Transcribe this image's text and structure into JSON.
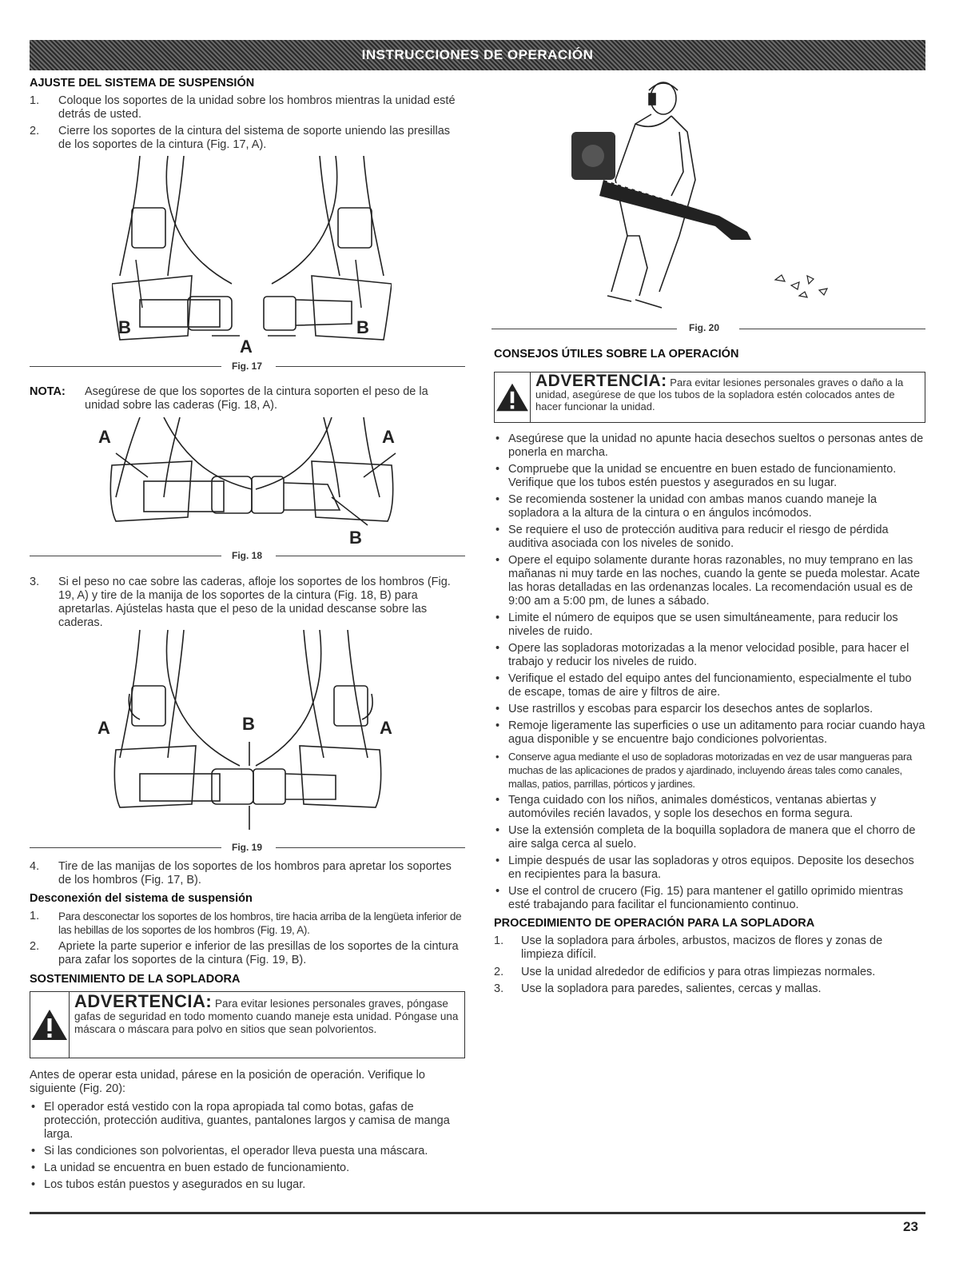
{
  "banner": "INSTRUCCIONES DE OPERACIÓN",
  "left": {
    "heading1": "AJUSTE DEL SISTEMA DE SUSPENSIÓN",
    "steps1": [
      {
        "n": "1.",
        "t": "Coloque los soportes de la unidad sobre los hombros mientras la unidad esté detrás de usted."
      },
      {
        "n": "2.",
        "t": "Cierre los soportes de la cintura del sistema de soporte uniendo las presillas de los soportes de la cintura (Fig. 17, A)."
      }
    ],
    "fig17": {
      "caption": "Fig. 17",
      "labels": {
        "b_left": "B",
        "b_right": "B",
        "a": "A"
      }
    },
    "nota_label": "NOTA:",
    "nota_text": "Asegúrese de que los soportes de la cintura soporten el peso de la unidad sobre las caderas (Fig. 18, A).",
    "fig18": {
      "caption": "Fig. 18",
      "labels": {
        "a_left": "A",
        "a_right": "A",
        "b": "B"
      }
    },
    "step3": {
      "n": "3.",
      "t": "Si el peso no cae sobre las caderas, afloje los soportes de los hombros (Fig. 19, A) y tire de la manija de los soportes de la cintura (Fig. 18, B) para apretarlas. Ajústelas hasta que el peso de la unidad descanse sobre las caderas."
    },
    "fig19": {
      "caption": "Fig. 19",
      "labels": {
        "a_left": "A",
        "b": "B",
        "a_right": "A"
      }
    },
    "step4": {
      "n": "4.",
      "t": "Tire de las manijas de los soportes de los hombros para apretar los soportes de los hombros (Fig. 17, B)."
    },
    "subheading": "Desconexión del sistema de suspensión",
    "steps2": [
      {
        "n": "1.",
        "t": "Para desconectar los soportes de los hombros, tire hacia arriba de la lengüeta inferior de las hebillas de los soportes de los hombros (Fig. 19, A)."
      },
      {
        "n": "2.",
        "t": "Apriete la parte superior e inferior de las presillas de los soportes de la cintura para zafar los soportes de la cintura (Fig. 19, B)."
      }
    ],
    "heading2": "SOSTENIMIENTO DE LA SOPLADORA",
    "warning": {
      "title": "ADVERTENCIA:",
      "text": "Para evitar lesiones personales graves, póngase gafas de seguridad en todo momento cuando maneje esta unidad. Póngase una máscara o máscara para polvo en sitios que sean polvorientos."
    },
    "intro": "Antes de operar esta unidad, párese en la posición de operación. Verifique lo siguiente (Fig. 20):",
    "bullets": [
      "El operador está vestido con la ropa apropiada tal como botas, gafas de protección, protección auditiva, guantes, pantalones largos y camisa de manga larga.",
      "Si las condiciones son polvorientas, el operador lleva puesta una máscara.",
      "La unidad se encuentra en buen estado de funcionamiento.",
      "Los tubos están puestos y asegurados en su lugar."
    ]
  },
  "right": {
    "fig20": {
      "caption": "Fig. 20"
    },
    "heading1": "CONSEJOS ÚTILES SOBRE LA OPERACIÓN",
    "warning": {
      "title": "ADVERTENCIA:",
      "text": "Para evitar lesiones personales graves o daño a la unidad, asegúrese de que los tubos de la sopladora estén colocados antes de hacer funcionar la unidad."
    },
    "bullets": [
      "Asegúrese que la unidad no apunte hacia desechos sueltos o personas antes de ponerla en marcha.",
      "Compruebe que la unidad se encuentre en buen estado de funcionamiento. Verifique que los tubos estén puestos y asegurados en su lugar.",
      "Se recomienda sostener la unidad con ambas manos cuando maneje la sopladora a la altura de la cintura o en ángulos incómodos.",
      "Se requiere el uso de protección auditiva para reducir el riesgo de pérdida auditiva asociada con los niveles de sonido.",
      "Opere el equipo solamente durante horas razonables, no muy temprano en las mañanas ni muy tarde en las noches, cuando la gente se pueda molestar. Acate las horas detalladas en las ordenanzas locales. La recomendación usual es de 9:00 am a 5:00 pm, de lunes a sábado.",
      "Limite el número de equipos que se usen simultáneamente, para reducir los niveles de ruido.",
      "Opere las sopladoras motorizadas a la menor velocidad posible, para hacer el trabajo y reducir los niveles de ruido.",
      "Verifique el estado del equipo antes del funcionamiento, especialmente el tubo de escape, tomas de aire y filtros de aire.",
      "Use rastrillos y escobas para esparcir los desechos antes de soplarlos.",
      "Remoje ligeramente las superficies o use un aditamento para rociar cuando haya agua disponible y se encuentre bajo condiciones polvorientas.",
      "Conserve agua mediante el uso de sopladoras motorizadas en vez de usar mangueras para muchas de las aplicaciones de prados y ajardinado, incluyendo áreas tales como canales, mallas, patios, parrillas, pórticos y jardines.",
      "Tenga cuidado con los niños, animales domésticos, ventanas abiertas y automóviles recién lavados, y sople los desechos en forma segura.",
      "Use la extensión completa de la boquilla sopladora de manera que el chorro de aire salga cerca al suelo.",
      "Limpie después de usar las sopladoras y otros equipos. Deposite los desechos en recipientes para la basura.",
      "Use el control de crucero (Fig. 15) para mantener el gatillo oprimido mientras esté trabajando para facilitar el funcionamiento continuo."
    ],
    "heading2": "PROCEDIMIENTO DE OPERACIÓN PARA LA SOPLADORA",
    "steps": [
      {
        "n": "1.",
        "t": "Use la sopladora para árboles, arbustos, macizos de flores y zonas de limpieza difícil."
      },
      {
        "n": "2.",
        "t": "Use la unidad alrededor de edificios y para otras limpiezas normales."
      },
      {
        "n": "3.",
        "t": "Use la sopladora para paredes, salientes, cercas y mallas."
      }
    ]
  },
  "page_number": "23"
}
